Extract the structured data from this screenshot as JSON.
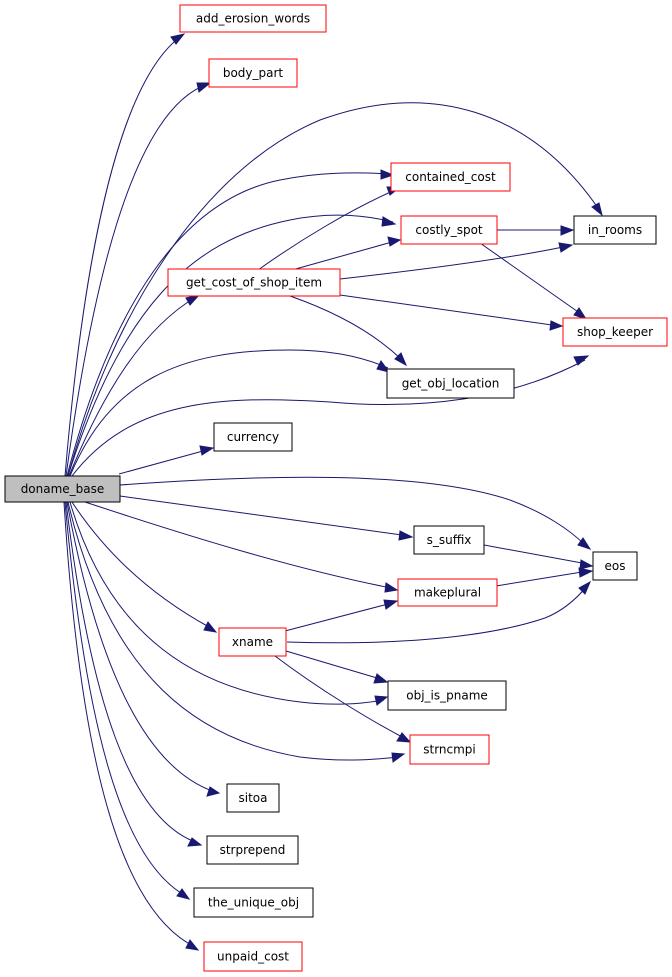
{
  "colors": {
    "edge": "#191970",
    "node_border_default": "#000000",
    "node_border_highlight": "#ff0000",
    "root_fill": "#bfbfbf"
  },
  "nodes": {
    "doname_base": "doname_base",
    "add_erosion_words": "add_erosion_words",
    "body_part": "body_part",
    "contained_cost": "contained_cost",
    "costly_spot": "costly_spot",
    "in_rooms": "in_rooms",
    "get_cost_of_shop_item": "get_cost_of_shop_item",
    "shop_keeper": "shop_keeper",
    "get_obj_location": "get_obj_location",
    "currency": "currency",
    "s_suffix": "s_suffix",
    "eos": "eos",
    "makeplural": "makeplural",
    "xname": "xname",
    "obj_is_pname": "obj_is_pname",
    "strncmpi": "strncmpi",
    "sitoa": "sitoa",
    "strprepend": "strprepend",
    "the_unique_obj": "the_unique_obj",
    "unpaid_cost": "unpaid_cost"
  }
}
